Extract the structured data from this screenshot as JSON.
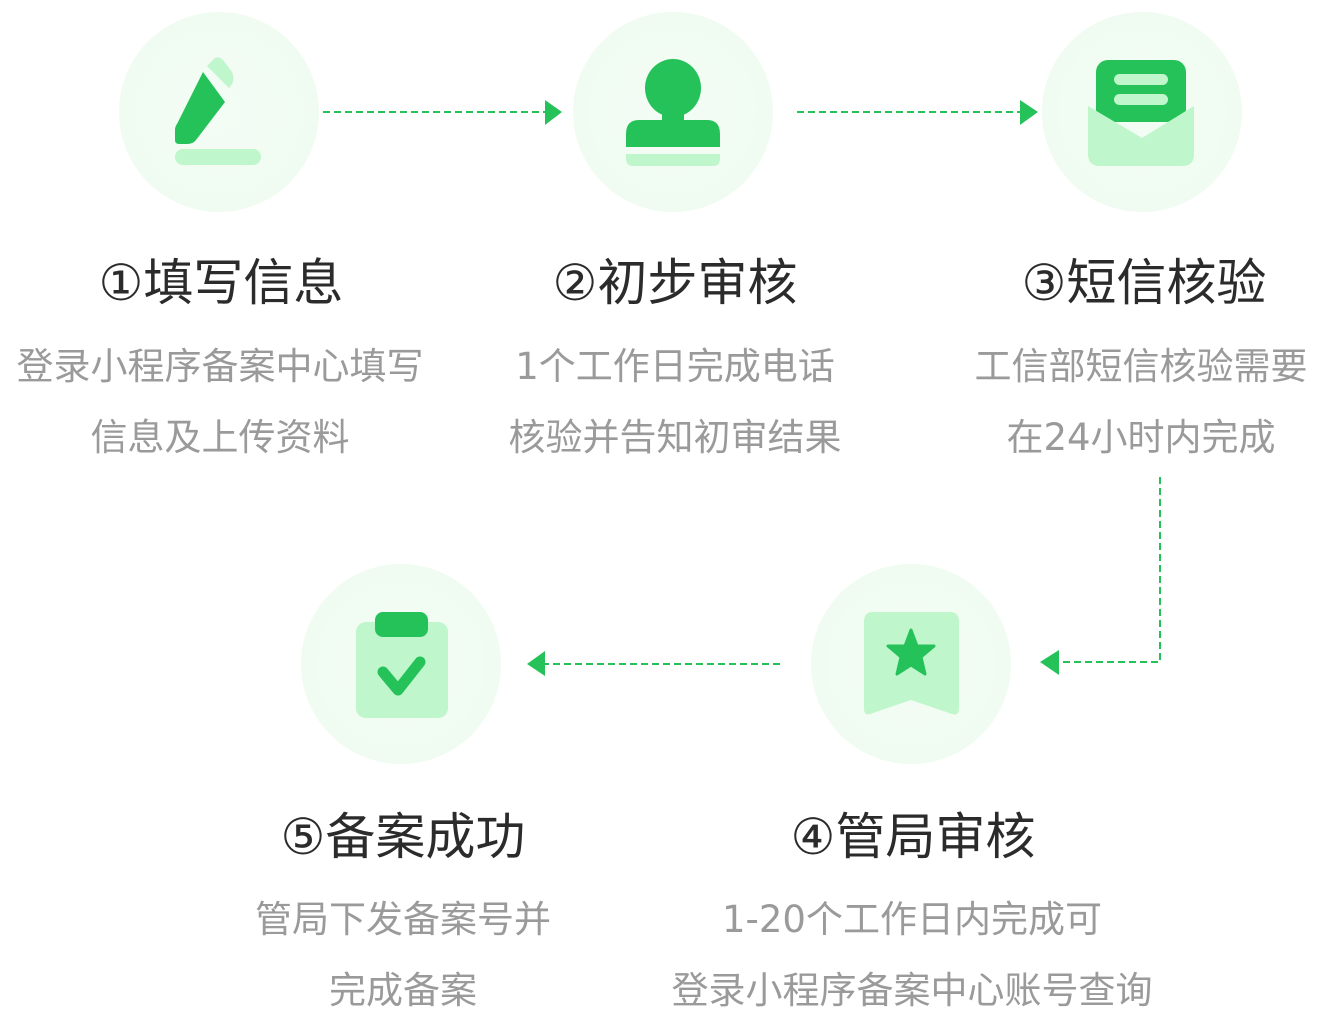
{
  "colors": {
    "accent": "#25c25a",
    "light": "#bff6cb",
    "title": "#2b2b2b",
    "desc": "#9a9a9a"
  },
  "steps": [
    {
      "icon": "pencil-icon",
      "title": "①填写信息",
      "desc": [
        "登录小程序备案中心填写",
        "信息及上传资料"
      ]
    },
    {
      "icon": "stamp-icon",
      "title": "②初步审核",
      "desc": [
        "1个工作日完成电话",
        "核验并告知初审结果"
      ]
    },
    {
      "icon": "envelope-icon",
      "title": "③短信核验",
      "desc": [
        "工信部短信核验需要",
        "在24小时内完成"
      ]
    },
    {
      "icon": "star-bookmark-icon",
      "title": "④管局审核",
      "desc": [
        "1-20个工作日内完成可",
        "登录小程序备案中心账号查询"
      ]
    },
    {
      "icon": "clipboard-check-icon",
      "title": "⑤备案成功",
      "desc": [
        "管局下发备案号并",
        "完成备案"
      ]
    }
  ]
}
